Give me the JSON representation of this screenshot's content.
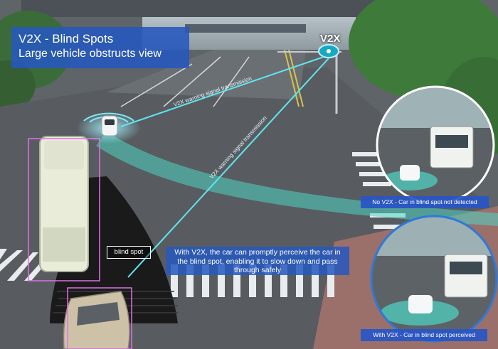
{
  "title": {
    "line1": "V2X - Blind Spots",
    "line2": "Large vehicle obstructs view"
  },
  "rsu_label": "V2X",
  "signal_label_1": "V2X warning signal transmission",
  "signal_label_2": "V2X warning signal transmission",
  "blind_spot_label": "blind spot",
  "center_note": "With V2X, the car can promptly perceive the car in the blind spot, enabling it to slow down and pass through  safely",
  "inset_no_v2x": "No V2X - Car in blind spot not detected",
  "inset_with_v2x": "With V2X - Car in blind spot perceived",
  "colors": {
    "accent_blue": "#2658be",
    "signal_cyan": "#5fe6f0",
    "path_teal": "#4fd6c4",
    "bounding_box": "#e070e8"
  }
}
